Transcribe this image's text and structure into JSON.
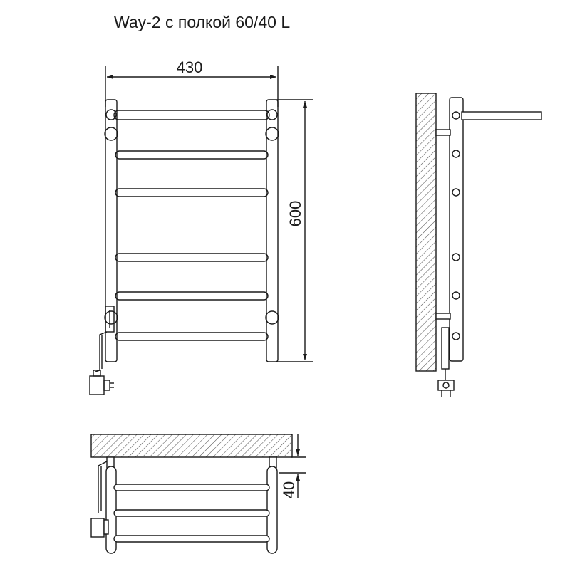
{
  "title": "Way-2 с полкой 60/40 L",
  "dimensions": {
    "width": "430",
    "height": "600",
    "depth": "40"
  },
  "colors": {
    "line": "#1a1a1a",
    "background": "#ffffff",
    "hatch": "#444444"
  }
}
